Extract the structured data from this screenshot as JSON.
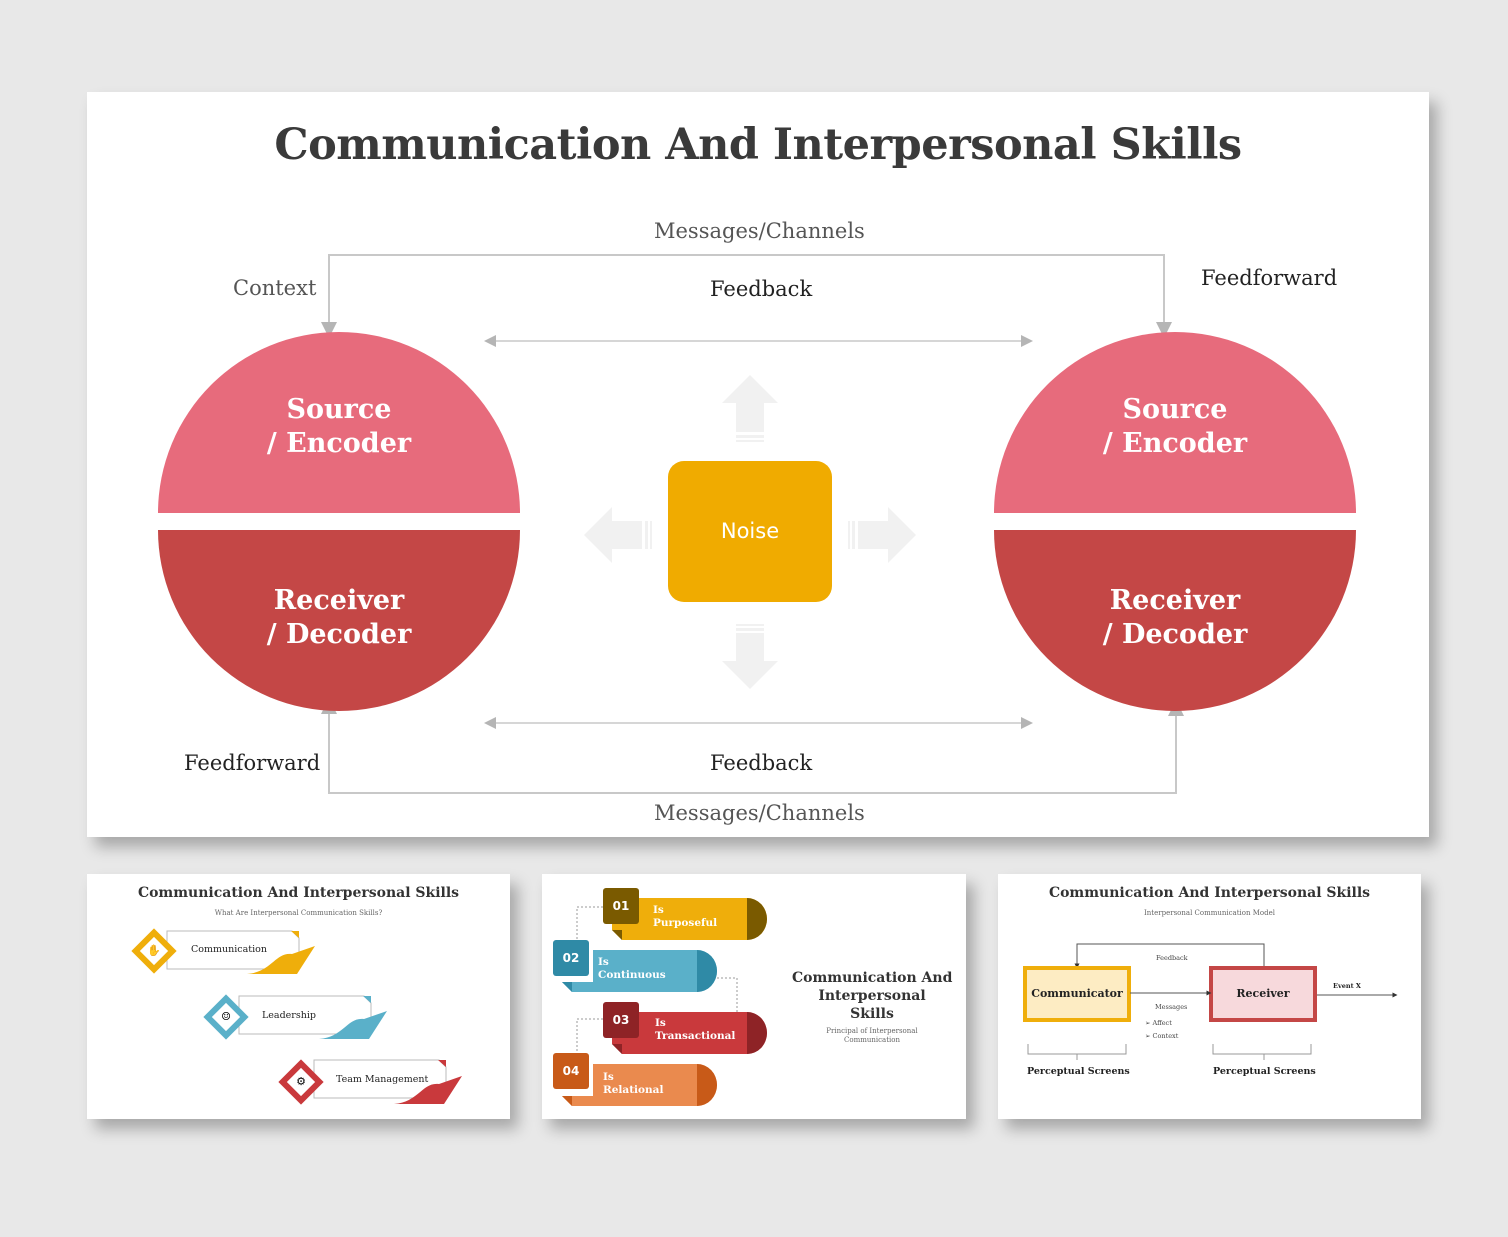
{
  "main": {
    "title": "Communication And Interpersonal Skills",
    "messages_top": "Messages/Channels",
    "messages_bottom": "Messages/Channels",
    "context": "Context",
    "feedforward_top": "Feedforward",
    "feedforward_bottom": "Feedforward",
    "feedback_top": "Feedback",
    "feedback_bottom": "Feedback",
    "noise": "Noise",
    "left": {
      "top_line1": "Source",
      "top_line2": "/ Encoder",
      "bottom_line1": "Receiver",
      "bottom_line2": "/ Decoder"
    },
    "right": {
      "top_line1": "Source",
      "top_line2": "/ Encoder",
      "bottom_line1": "Receiver",
      "bottom_line2": "/ Decoder"
    },
    "colors": {
      "top_half": "#e76b7c",
      "bottom_half": "#c44746",
      "noise": "#f0ab00",
      "arrow": "#f1f1f1"
    }
  },
  "thumb1": {
    "title": "Communication And Interpersonal Skills",
    "subtitle": "What Are Interpersonal Communication Skills?",
    "items": [
      {
        "label": "Communication",
        "color": "#efae0b",
        "icon": "handshake-icon"
      },
      {
        "label": "Leadership",
        "color": "#5ab0c9",
        "icon": "team-icon"
      },
      {
        "label": "Team Management",
        "color": "#c9393c",
        "icon": "gear-people-icon"
      }
    ]
  },
  "thumb2": {
    "title_line1": "Communication And",
    "title_line2": "Interpersonal",
    "title_line3": "Skills",
    "subtitle_line1": "Principal of Interpersonal",
    "subtitle_line2": "Communication",
    "items": [
      {
        "num": "01",
        "line1": "Is",
        "line2": "Purposeful",
        "color": "#efae0b",
        "dark": "#7a5a00"
      },
      {
        "num": "02",
        "line1": "Is",
        "line2": "Continuous",
        "color": "#5ab0c9",
        "dark": "#2f8aa6"
      },
      {
        "num": "03",
        "line1": "Is",
        "line2": "Transactional",
        "color": "#c9393c",
        "dark": "#8e2326"
      },
      {
        "num": "04",
        "line1": "Is",
        "line2": "Relational",
        "color": "#ea8a4e",
        "dark": "#c85a18"
      }
    ]
  },
  "thumb3": {
    "title": "Communication And Interpersonal Skills",
    "subtitle": "Interpersonal Communication Model",
    "feedback": "Feedback",
    "communicator": "Communicator",
    "receiver": "Receiver",
    "messages": "Messages",
    "affect": "Affect",
    "context": "Context",
    "event": "Event X",
    "screens_left": "Perceptual Screens",
    "screens_right": "Perceptual Screens"
  }
}
